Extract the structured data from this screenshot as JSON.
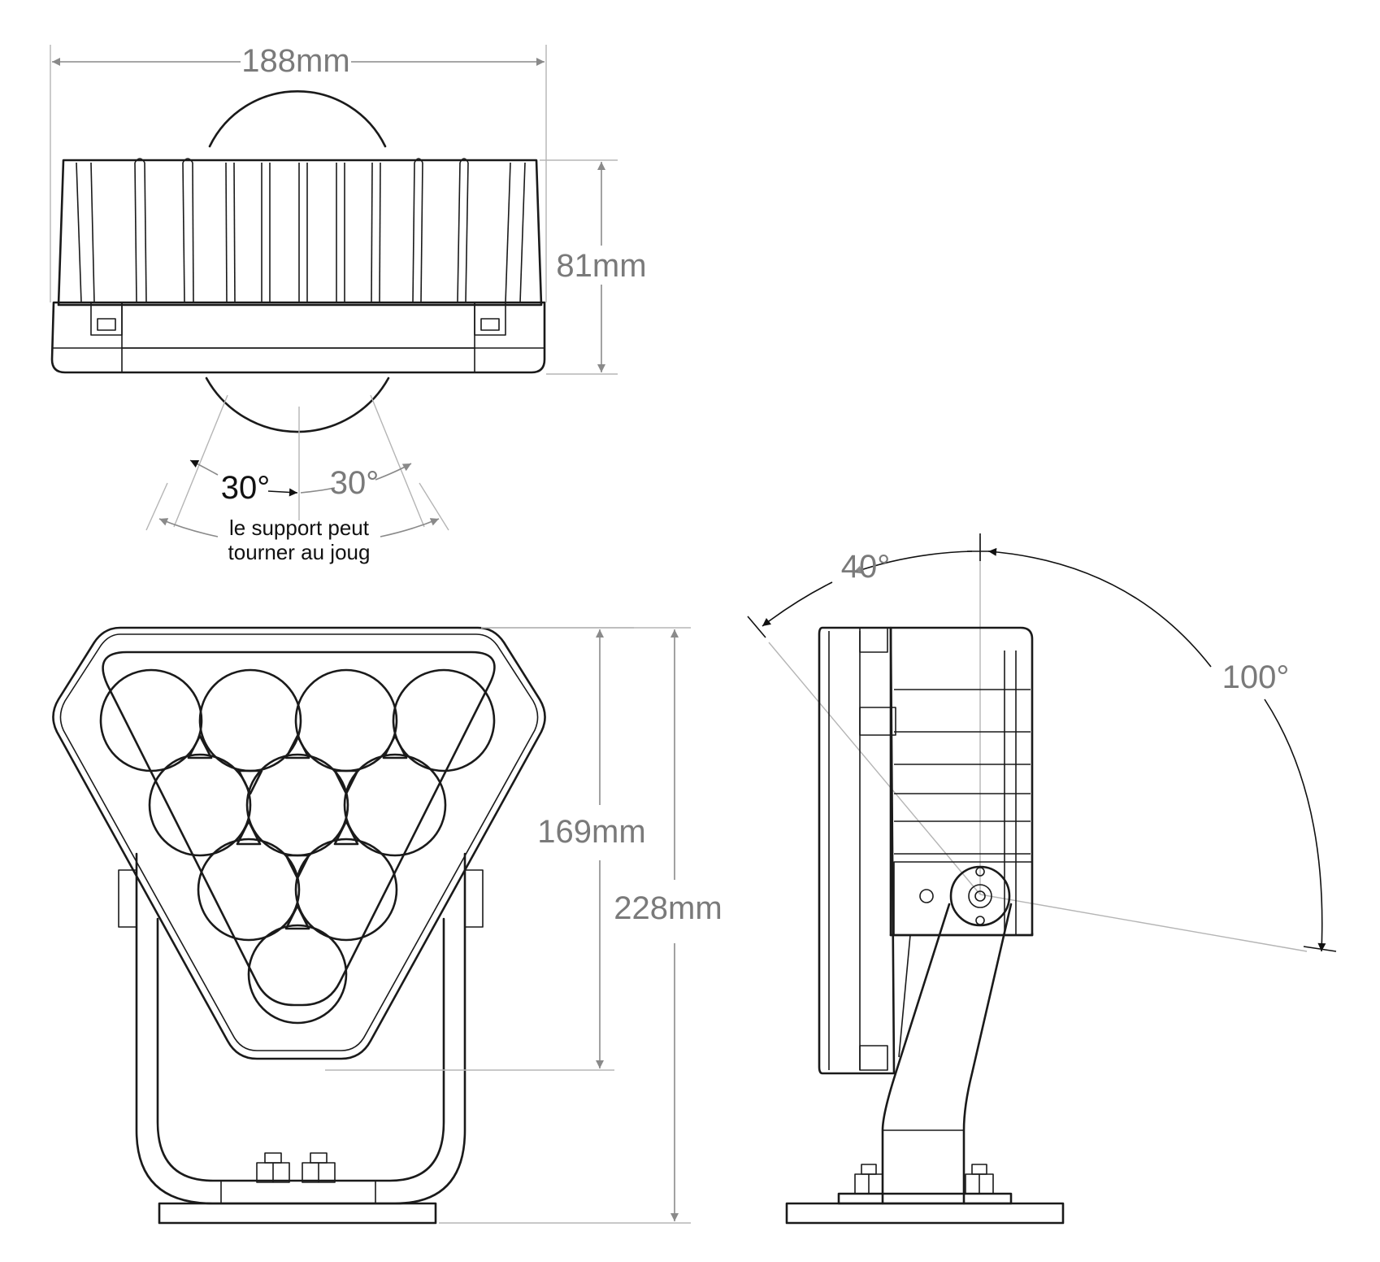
{
  "dimensions": {
    "width": "188mm",
    "depth": "81mm",
    "lens_height": "169mm",
    "total_height": "228mm"
  },
  "angles": {
    "yoke_left": "30°",
    "yoke_right": "30°",
    "tilt_back": "40°",
    "tilt_forward": "100°"
  },
  "note": {
    "line1": "le support peut",
    "line2": "tourner au joug"
  },
  "colors": {
    "line": "#1a1a1a",
    "dimension": "#7a7a7a",
    "extension": "#b5b5b5"
  }
}
